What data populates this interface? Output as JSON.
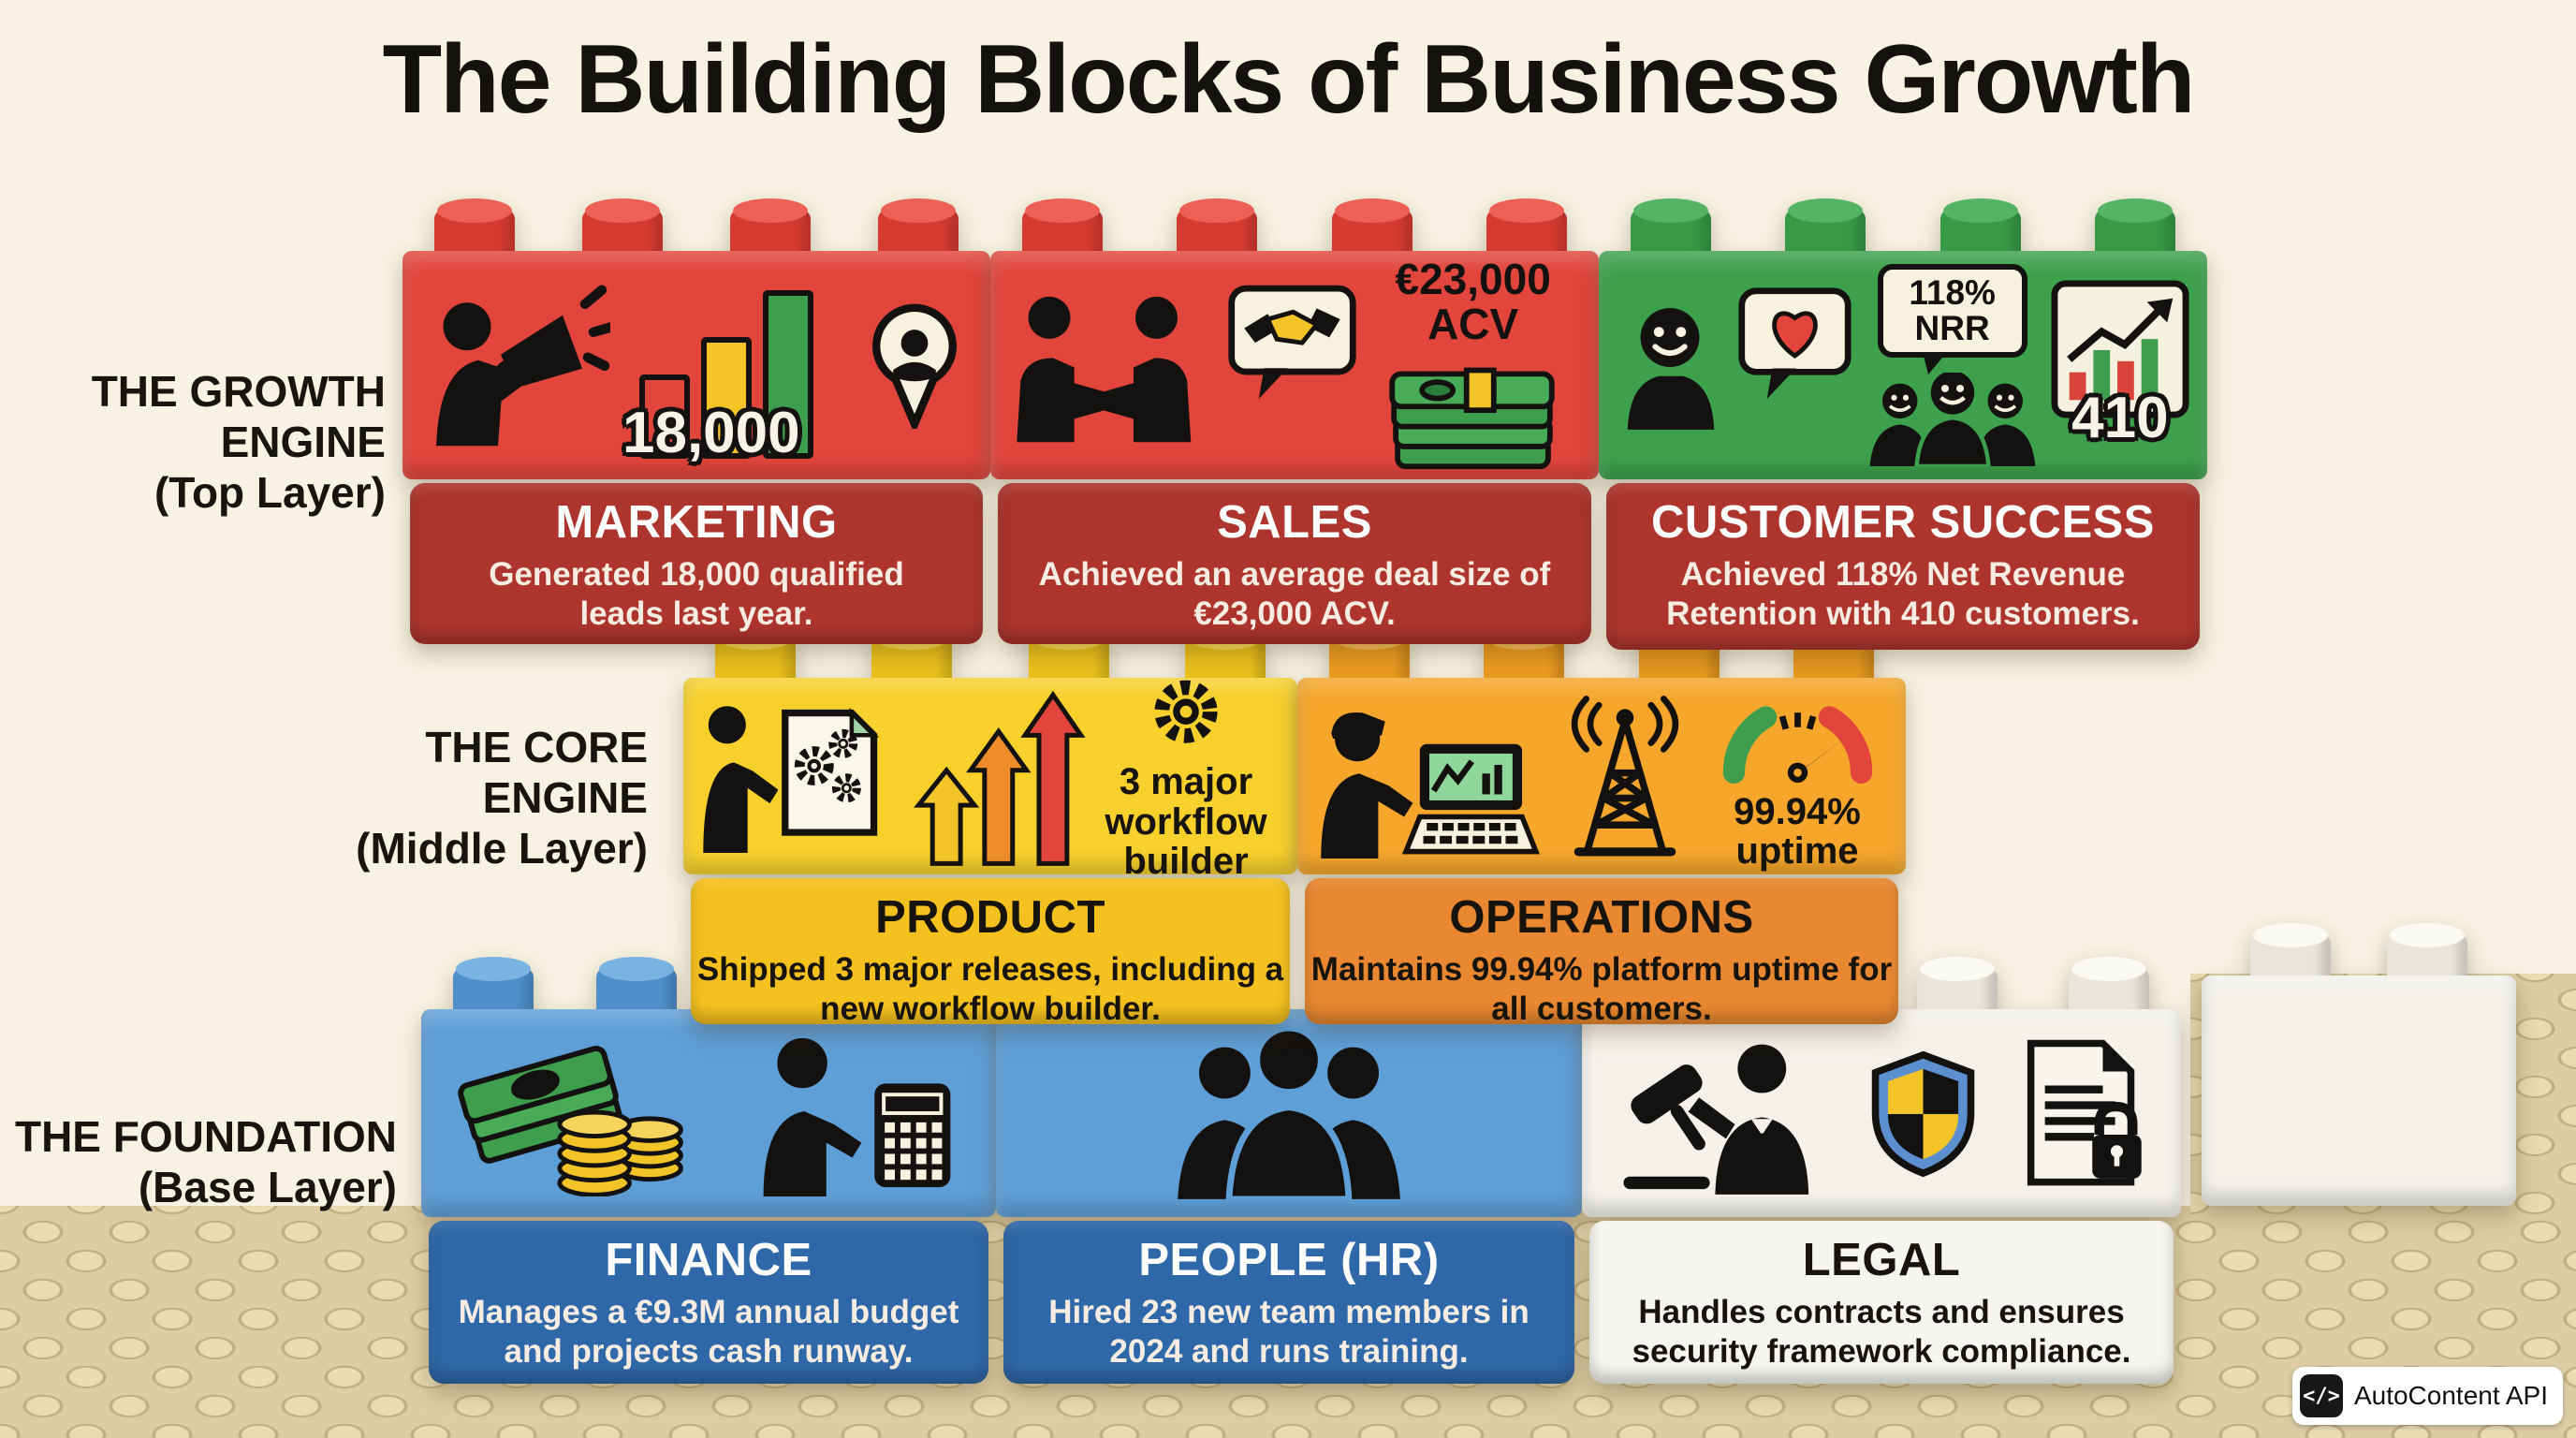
{
  "title": "The Building Blocks of Business Growth",
  "colors": {
    "background": "#f7f2e1",
    "red_brick": "#e2453c",
    "dark_red_plate": "#ad352d",
    "green_brick": "#3da04c",
    "yellow_brick": "#f7d02c",
    "yellow_plate": "#f4c11e",
    "amber_brick": "#f5a62b",
    "orange_plate": "#e98830",
    "blue_brick": "#5f9fd8",
    "blue_plate": "#2f68a8",
    "white_brick": "#f3f1ea",
    "white_plate": "#f7f5ef",
    "baseplate": "#dccda4"
  },
  "layers": {
    "top": {
      "label": "THE GROWTH ENGINE",
      "sublabel": "(Top Layer)"
    },
    "middle": {
      "label": "THE CORE ENGINE",
      "sublabel": "(Middle Layer)"
    },
    "base": {
      "label": "THE FOUNDATION",
      "sublabel": "(Base Layer)"
    }
  },
  "blocks": {
    "marketing": {
      "title": "MARKETING",
      "description": "Generated 18,000 qualified leads last year.",
      "leads_stat": "18,000"
    },
    "sales": {
      "title": "SALES",
      "description": "Achieved an average deal size of €23,000 ACV.",
      "acv_badge": "€23,000 ACV"
    },
    "customer_success": {
      "title": "CUSTOMER SUCCESS",
      "description": "Achieved 118% Net Revenue Retention with 410 customers.",
      "nrr_badge": "118% NRR",
      "customers_stat": "410"
    },
    "product": {
      "title": "PRODUCT",
      "description": "Shipped 3 major releases, including a new workflow builder.",
      "caption": "3 major workflow builder"
    },
    "operations": {
      "title": "OPERATIONS",
      "description": "Maintains 99.94% platform uptime for all customers.",
      "caption": "99.94% uptime"
    },
    "finance": {
      "title": "FINANCE",
      "description": "Manages a €9.3M annual budget and projects cash runway."
    },
    "people": {
      "title": "PEOPLE (HR)",
      "description": "Hired 23 new team members in 2024 and runs training."
    },
    "legal": {
      "title": "LEGAL",
      "description": "Handles contracts and ensures security framework compliance."
    }
  },
  "watermark": {
    "icon": "</>",
    "label": "AutoContent API"
  }
}
